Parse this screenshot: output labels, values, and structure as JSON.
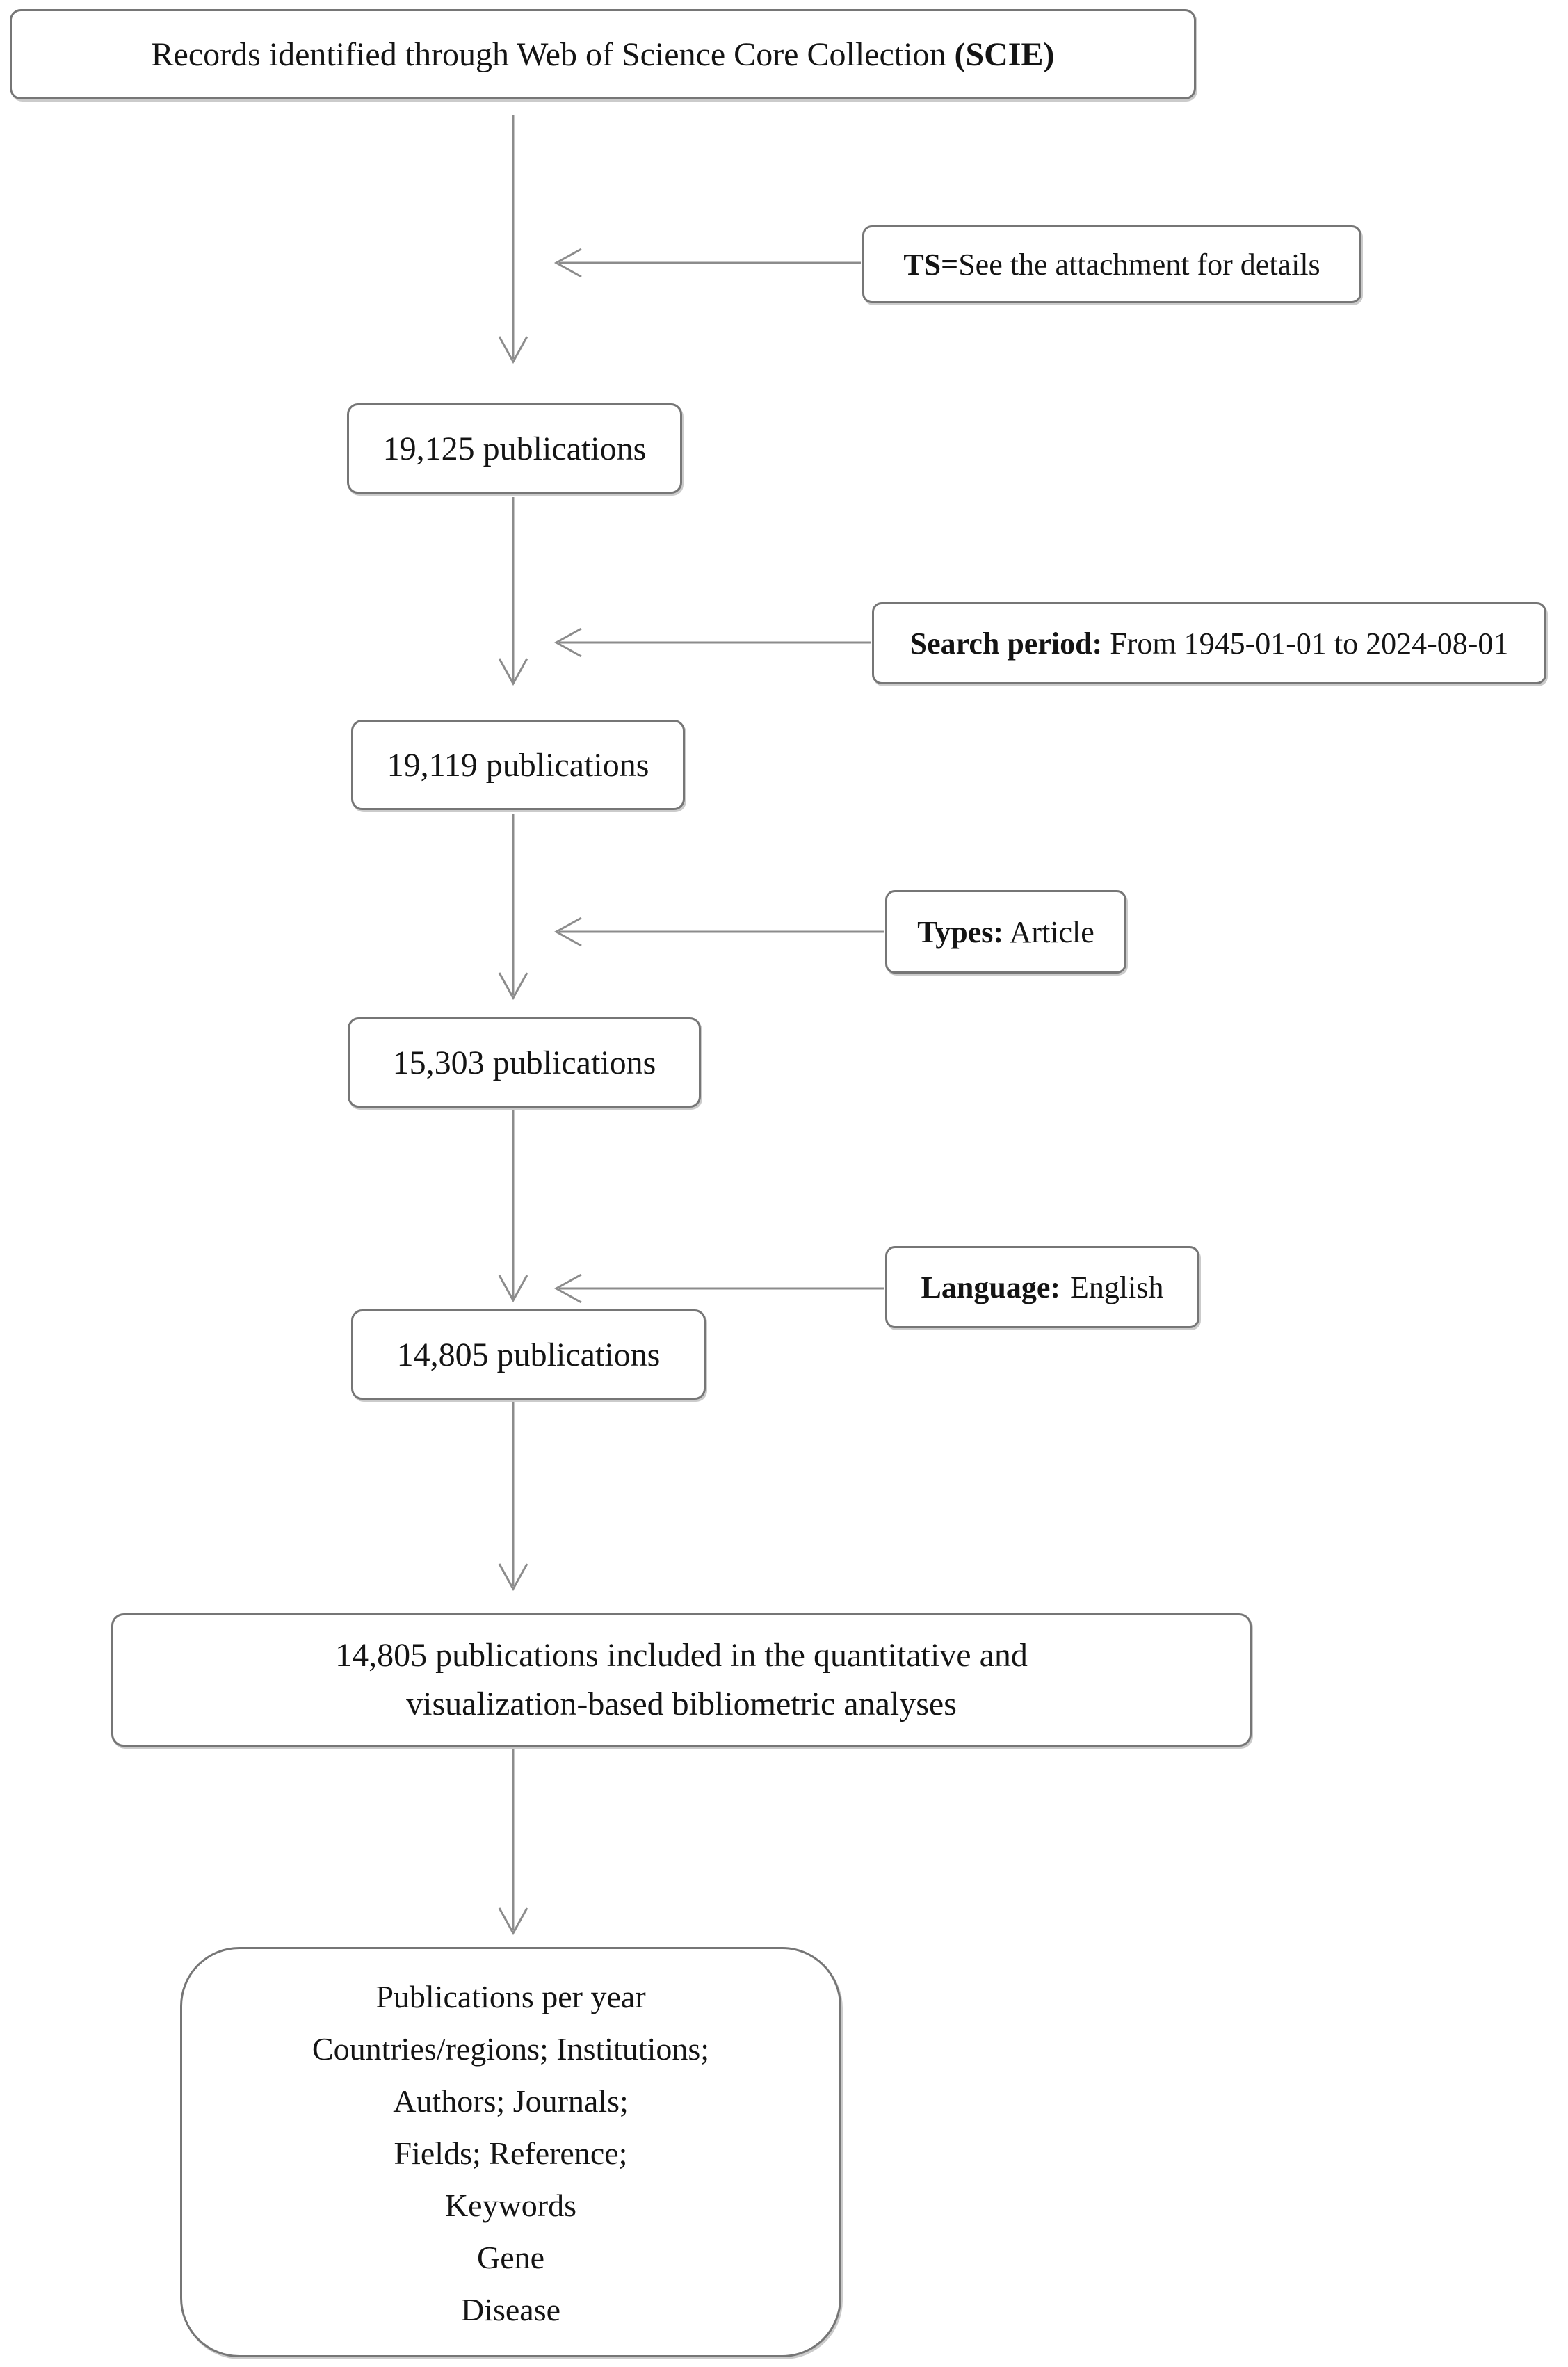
{
  "source_box": {
    "text": "Records identified through Web of Science Core Collection ",
    "bold": "(SCIE)"
  },
  "steps": [
    {
      "count": "19,125 publications"
    },
    {
      "count": "19,119 publications"
    },
    {
      "count": "15,303 publications"
    },
    {
      "count": "14,805 publications"
    }
  ],
  "filters": [
    {
      "label": "TS=",
      "text": "See the attachment for details"
    },
    {
      "label": "Search period:",
      "text": " From 1945-01-01 to 2024-08-01"
    },
    {
      "label": "Types:",
      "text": " Article"
    },
    {
      "label": "Language:",
      "text": "English"
    }
  ],
  "included_box": {
    "line1": "14,805 publications included in the quantitative and",
    "line2": "visualization-based bibliometric analyses"
  },
  "final_box": {
    "lines": [
      "Publications per year",
      "Countries/regions; Institutions;",
      "Authors; Journals;",
      "Fields; Reference;",
      "Keywords",
      "Gene",
      "Disease"
    ]
  },
  "colors": {
    "box_border": "#767676",
    "arrow": "#8c8c8c",
    "text": "#141414",
    "background": "#ffffff"
  }
}
